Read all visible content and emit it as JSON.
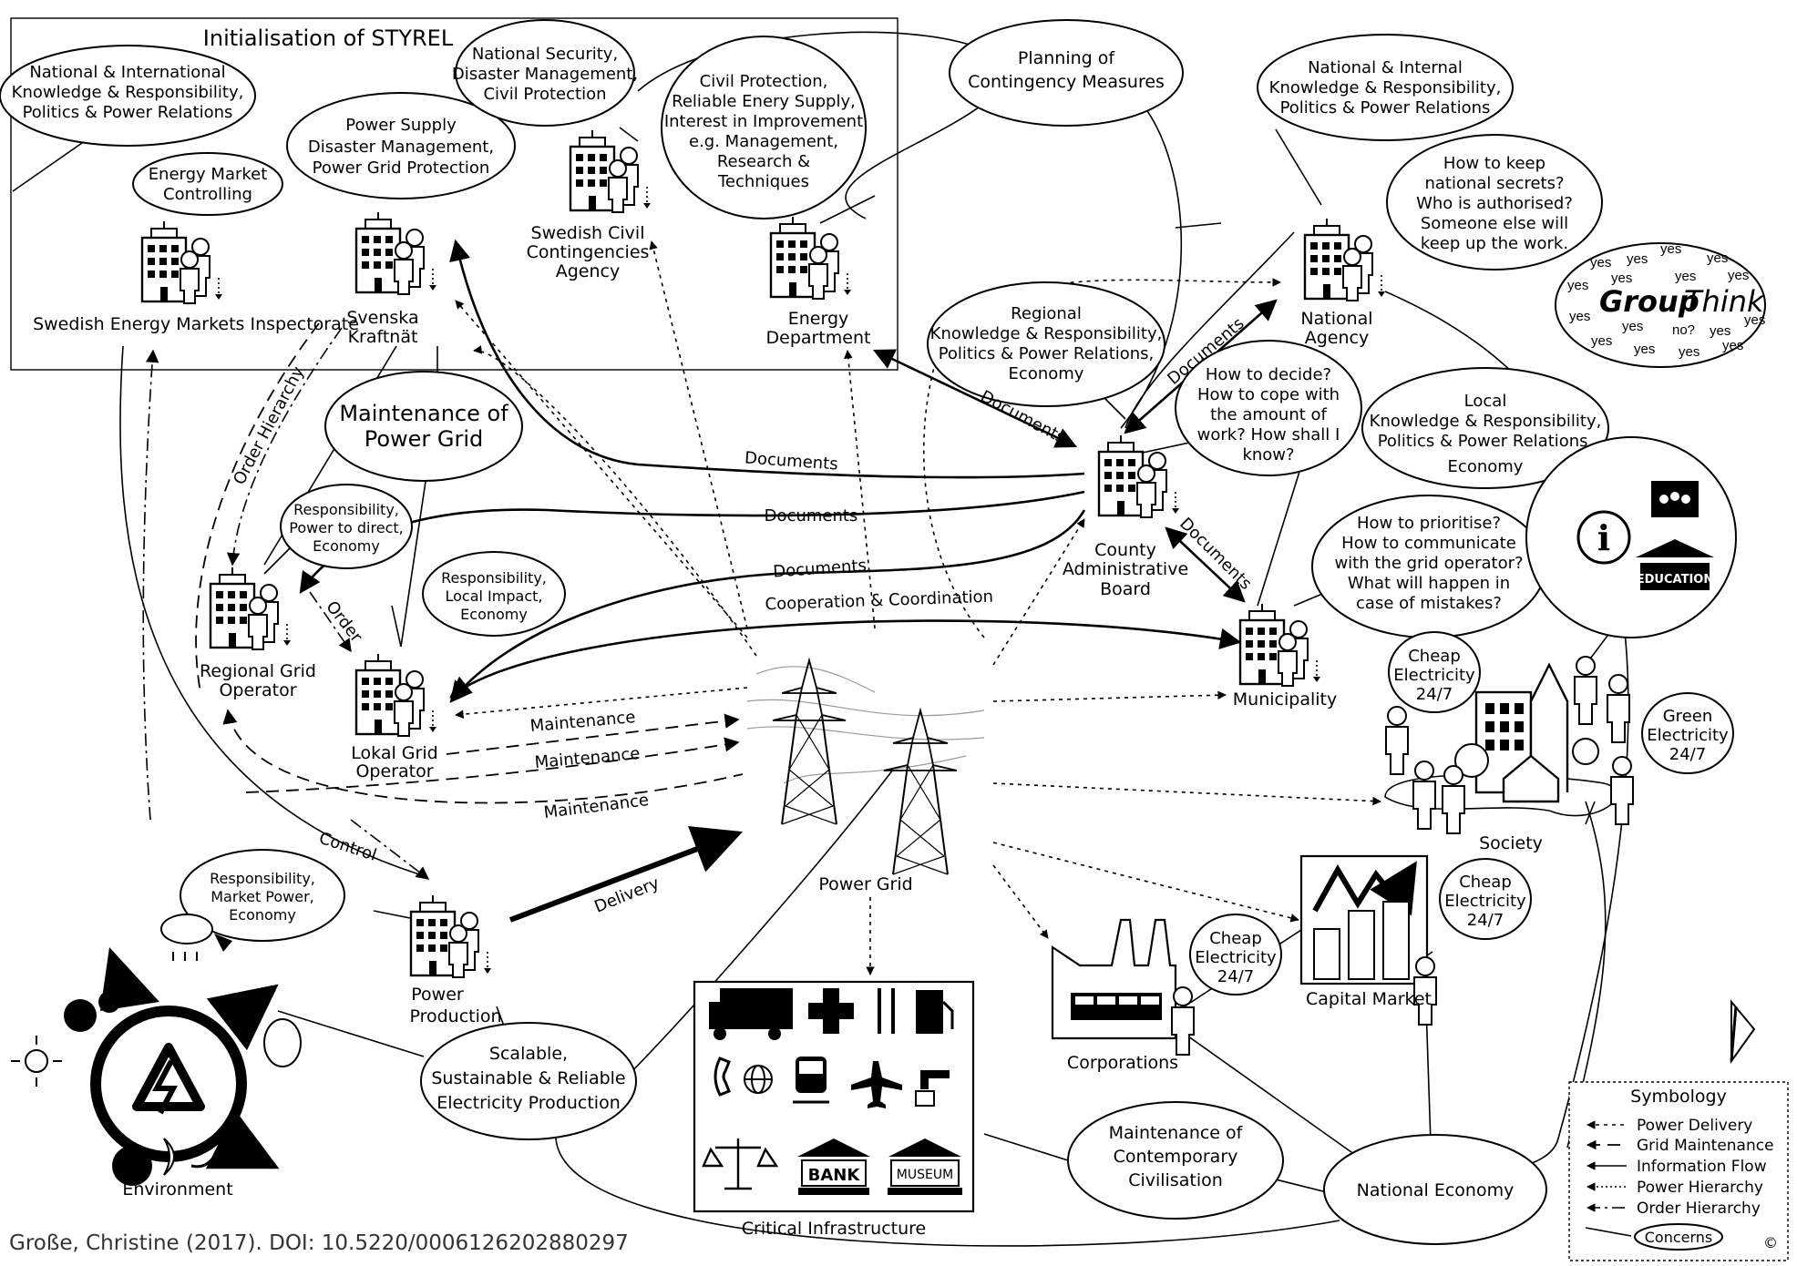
{
  "title": "Initialisation of STYREL",
  "citation": "Große, Christine (2017). DOI: 10.5220/0006126202880297",
  "actors": {
    "energy_markets": "Swedish Energy Markets Inspectorate",
    "svenska_kraftnat": [
      "Svenska",
      "Kraftnät"
    ],
    "civil_contingencies": [
      "Swedish Civil",
      "Contingencies",
      "Agency"
    ],
    "energy_department": [
      "Energy",
      "Department"
    ],
    "national_agency": [
      "National",
      "Agency"
    ],
    "county_board": [
      "County",
      "Administrative",
      "Board"
    ],
    "municipality": "Municipality",
    "regional_grid": [
      "Regional Grid",
      "Operator"
    ],
    "lokal_grid": [
      "Lokal Grid",
      "Operator"
    ],
    "power_production": [
      "Power",
      "Production"
    ],
    "power_grid": "Power Grid",
    "society": "Society",
    "capital_market": "Capital Market",
    "corporations": "Corporations",
    "environment": "Environment",
    "critical_infrastructure": "Critical Infrastructure",
    "bank": "BANK",
    "museum": "MUSEUM",
    "education": "EDUCATION"
  },
  "concerns": {
    "intl_knowledge_1": [
      "National  & International",
      "Knowledge & Responsibility,",
      "Politics & Power Relations"
    ],
    "energy_market_controlling": [
      "Energy Market",
      "Controlling"
    ],
    "power_supply": [
      "Power Supply",
      "Disaster Management,",
      "Power Grid Protection"
    ],
    "national_security": [
      "National Security,",
      "Disaster Management,",
      "Civil Protection"
    ],
    "civil_protection": [
      "Civil Protection,",
      "Reliable Enery Supply,",
      "Interest in Improvement",
      "e.g. Management,",
      "Research &",
      "Techniques"
    ],
    "planning": [
      "Planning of",
      "Contingency Measures"
    ],
    "intl_knowledge_2": [
      "National & Internal",
      "Knowledge & Responsibility,",
      "Politics & Power Relations"
    ],
    "national_secrets": [
      "How to keep",
      "national secrets?",
      "Who is authorised?",
      "Someone else will",
      "keep up the work."
    ],
    "regional_knowledge": [
      "Regional",
      "Knowledge & Responsibility,",
      "Politics & Power Relations,",
      "Economy"
    ],
    "how_to_decide": [
      "How to decide?",
      "How to cope with",
      "the amount of",
      "work? How shall I",
      "know?"
    ],
    "local_knowledge": [
      "Local",
      "Knowledge & Responsibility,",
      "Politics & Power Relations,",
      "Economy"
    ],
    "maintenance_grid": [
      "Maintenance of",
      "Power Grid"
    ],
    "resp_power_direct": [
      "Responsibility,",
      "Power to direct,",
      "Economy"
    ],
    "resp_local_impact": [
      "Responsibility,",
      "Local Impact,",
      "Economy"
    ],
    "how_to_prioritise": [
      "How to prioritise?",
      "How to communicate",
      "with the grid operator?",
      "What will happen in",
      "case of mistakes?"
    ],
    "cheap_society": [
      "Cheap",
      "Electricity",
      "24/7"
    ],
    "green_society": [
      "Green",
      "Electricity",
      "24/7"
    ],
    "resp_market_power": [
      "Responsibility,",
      "Market Power,",
      "Economy"
    ],
    "cheap_capital": [
      "Cheap",
      "Electricity",
      "24/7"
    ],
    "cheap_corporations": [
      "Cheap",
      "Electricity",
      "24/7"
    ],
    "scalable": [
      "Scalable,",
      "Sustainable & Reliable",
      "Electricity Production"
    ],
    "maintenance_civilisation": [
      "Maintenance of",
      "Contemporary",
      "Civilisation"
    ],
    "national_economy": "National Economy"
  },
  "edge_labels": {
    "documents": "Documents",
    "cooperation": "Cooperation & Coordination",
    "maintenance": "Maintenance",
    "control": "Control",
    "delivery": "Delivery",
    "order": "Order",
    "order_hierarchy": "Order Hierarchy"
  },
  "group_think": {
    "group": "Group",
    "think": "Think",
    "yes": "yes",
    "no": "no?"
  },
  "symbology": {
    "title": "Symbology",
    "items": [
      "Power Delivery",
      "Grid Maintenance",
      "Information Flow",
      "Power Hierarchy",
      "Order Hierarchy"
    ],
    "concerns": "Concerns"
  }
}
